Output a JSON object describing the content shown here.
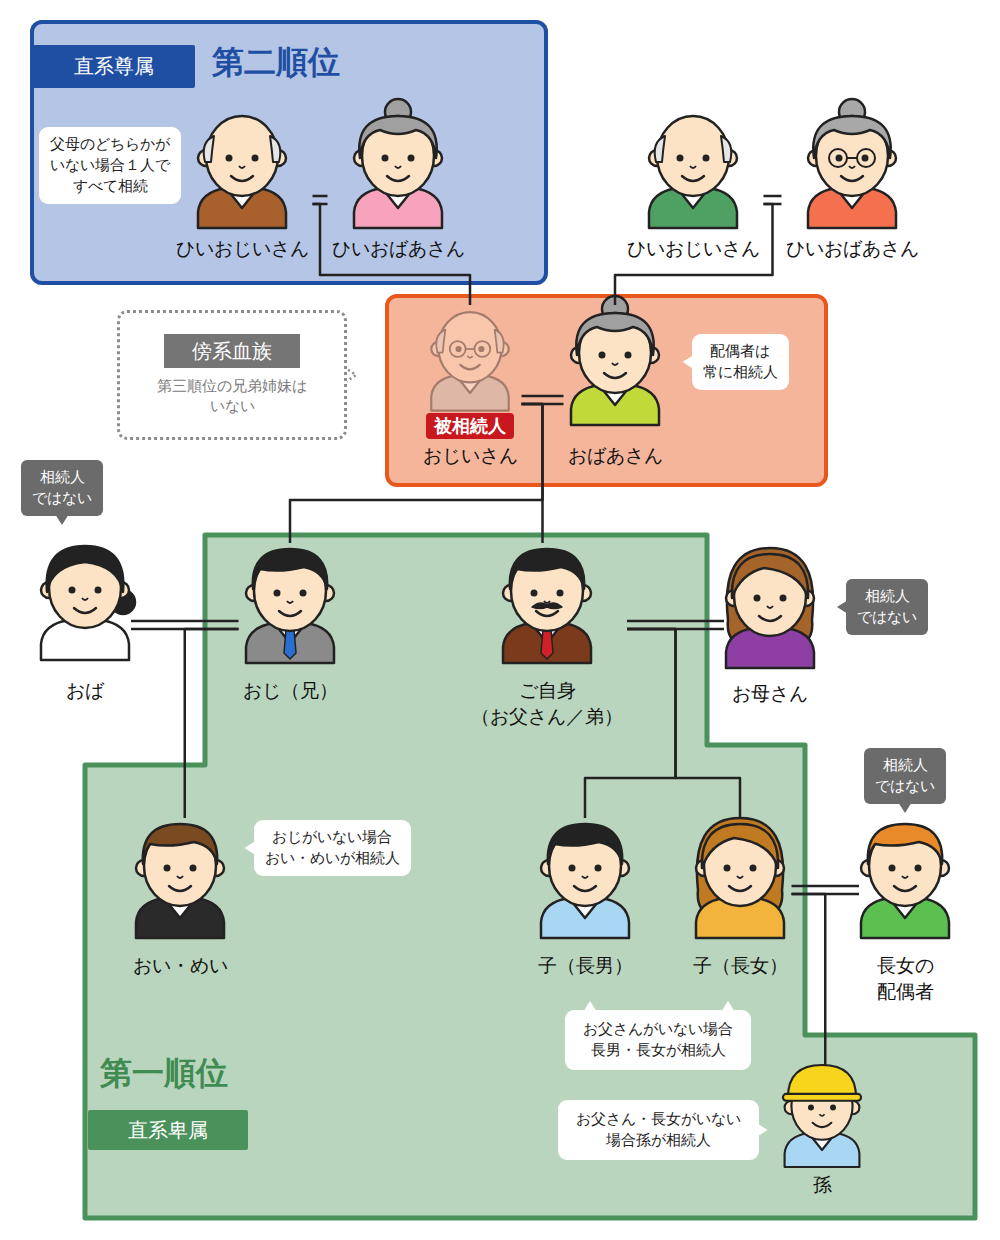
{
  "diagram": {
    "nodes": [
      {
        "text": [
          "直系尊属",
          "第二順位"
        ]
      },
      {
        "text": [
          "父母のどちらかが いない場合１人で すべて相続"
        ],
        "in": 0
      },
      {
        "text": [
          "ひいおじいさん"
        ],
        "in": 0
      },
      {
        "text": [
          "ひいおばあさん"
        ],
        "in": 0
      },
      {
        "text": [
          "ひいおじいさん"
        ]
      },
      {
        "text": [
          "ひいおばあさん"
        ]
      },
      {
        "text": [
          "傍系血族",
          "第三順位の兄弟姉妹は いない"
        ]
      },
      {
        "text": [
          "被相続人",
          "おじいさん"
        ]
      },
      {
        "text": [
          "おばあさん"
        ]
      },
      {
        "text": [
          "配偶者は 常に相続人"
        ]
      },
      {
        "text": [
          "相続人 ではない"
        ]
      },
      {
        "text": [
          "おば"
        ]
      },
      {
        "text": [
          "第一順位",
          "直系卑属"
        ]
      },
      {
        "text": [
          "おじ（兄）"
        ],
        "in": 12
      },
      {
        "text": [
          "ご自身 （お父さん／弟）"
        ],
        "in": 12
      },
      {
        "text": [
          "お母さん"
        ]
      },
      {
        "text": [
          "相続人 ではない"
        ]
      },
      {
        "text": [
          "おい・めい"
        ],
        "in": 12
      },
      {
        "text": [
          "おじがいない場合 おい・めいが相続人"
        ],
        "in": 12
      },
      {
        "text": [
          "子（長男）"
        ],
        "in": 12
      },
      {
        "text": [
          "子（長女）"
        ],
        "in": 12
      },
      {
        "text": [
          "相続人 ではない"
        ]
      },
      {
        "text": [
          "長女の 配偶者"
        ]
      },
      {
        "text": [
          "お父さんがいない場合 長男・長女が相続人"
        ],
        "in": 12
      },
      {
        "text": [
          "お父さん・長女がいない 場合孫が相続人"
        ],
        "in": 12
      },
      {
        "text": [
          "孫"
        ],
        "in": 12
      }
    ],
    "edges": [
      {
        "from": 2,
        "to": 3,
        "arrow": "none"
      },
      {
        "from": 4,
        "to": 5,
        "arrow": "none"
      },
      {
        "from": 2,
        "to": 7,
        "arrow": "none"
      },
      {
        "from": 4,
        "to": 8,
        "arrow": "none"
      },
      {
        "from": 7,
        "to": 8,
        "arrow": "none"
      },
      {
        "from": 7,
        "to": 13,
        "arrow": "none"
      },
      {
        "from": 7,
        "to": 14,
        "arrow": "none"
      },
      {
        "from": 11,
        "to": 13,
        "arrow": "none"
      },
      {
        "from": 13,
        "to": 17,
        "arrow": "none"
      },
      {
        "from": 14,
        "to": 15,
        "arrow": "none"
      },
      {
        "from": 14,
        "to": 19,
        "arrow": "none"
      },
      {
        "from": 14,
        "to": 20,
        "arrow": "none"
      },
      {
        "from": 20,
        "to": 22,
        "arrow": "none"
      },
      {
        "from": 20,
        "to": 25,
        "arrow": "none"
      }
    ]
  }
}
